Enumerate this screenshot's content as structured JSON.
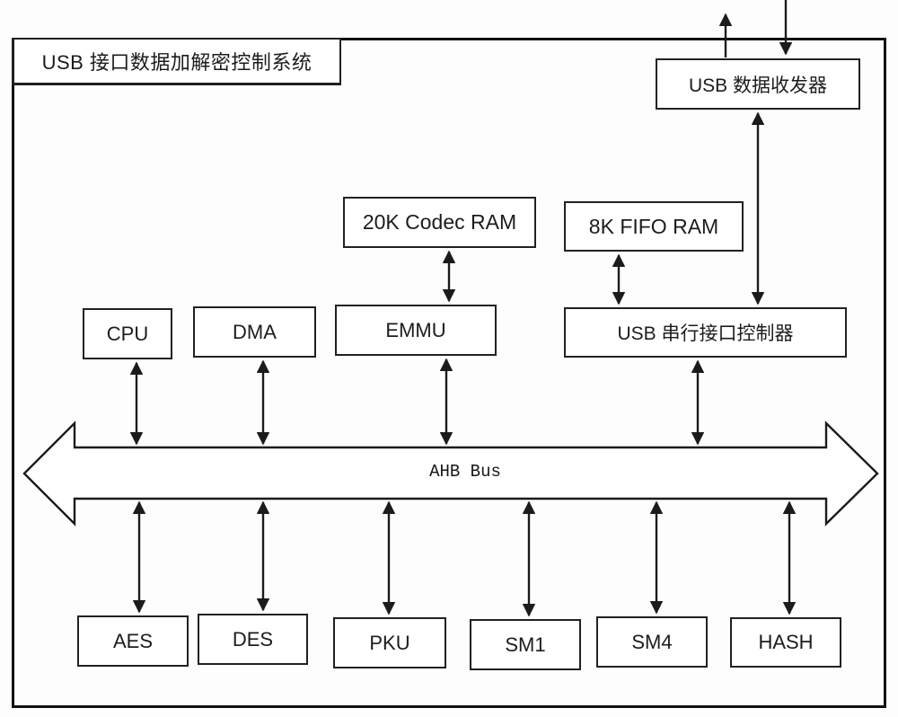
{
  "diagram": {
    "title": "USB 接口数据加解密控制系统",
    "nodes": {
      "usb_transceiver": {
        "label": "USB 数据收发器"
      },
      "codec_ram": {
        "label": "20K Codec RAM"
      },
      "fifo_ram": {
        "label": "8K FIFO RAM"
      },
      "cpu": {
        "label": "CPU"
      },
      "dma": {
        "label": "DMA"
      },
      "emmu": {
        "label": "EMMU"
      },
      "usb_serial_ctrl": {
        "label": "USB 串行接口控制器"
      },
      "aes": {
        "label": "AES"
      },
      "des": {
        "label": "DES"
      },
      "pku": {
        "label": "PKU"
      },
      "sm1": {
        "label": "SM1"
      },
      "sm4": {
        "label": "SM4"
      },
      "hash": {
        "label": "HASH"
      }
    },
    "bus": {
      "label": "AHB Bus"
    },
    "colors": {
      "line": "#1b1b1b",
      "box_fill": "#ffffff",
      "background": "#fdfdfd"
    }
  }
}
